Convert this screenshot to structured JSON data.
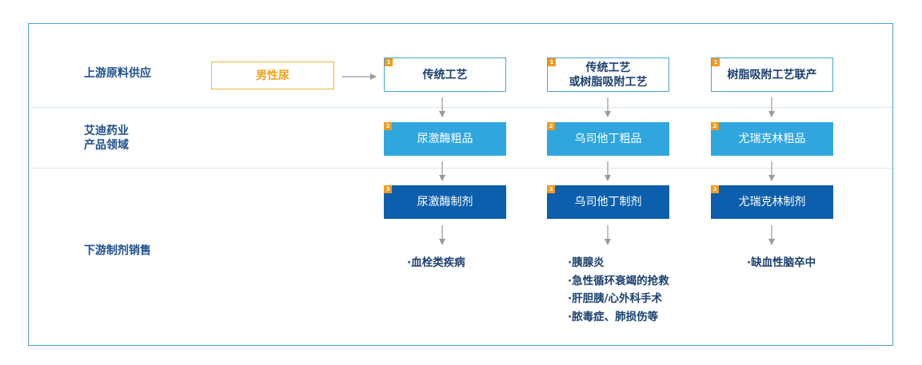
{
  "rows": {
    "upstream": "上游原料供应",
    "company_line1": "艾迪药业",
    "company_line2": "产品领域",
    "downstream": "下游制剂销售"
  },
  "source": "男性尿",
  "badges": {
    "one": "1",
    "two": "2",
    "three": "3"
  },
  "columns": [
    {
      "process": "传统工艺",
      "process_line2": "",
      "crude": "尿激酶粗品",
      "formulation": "尿激酶制剂",
      "applications": [
        "·血栓类疾病"
      ]
    },
    {
      "process": "传统工艺",
      "process_line2": "或树脂吸附工艺",
      "crude": "乌司他丁粗品",
      "formulation": "乌司他丁制剂",
      "applications": [
        "·胰腺炎",
        "·急性循环衰竭的抢救",
        "·肝胆胰/心外科手术",
        "·脓毒症、肺损伤等"
      ]
    },
    {
      "process": "树脂吸附工艺联产",
      "process_line2": "",
      "crude": "尤瑞克林粗品",
      "formulation": "尤瑞克林制剂",
      "applications": [
        "·缺血性脑卒中"
      ]
    }
  ],
  "colors": {
    "frame": "#4c9fd0",
    "row_label": "#1c4f8f",
    "source_border": "#f0b43a",
    "badge": "#f29a1b",
    "crude_fill": "#2fa6de",
    "formulation_fill": "#0b5fad",
    "arrow": "#9a9a9a"
  }
}
